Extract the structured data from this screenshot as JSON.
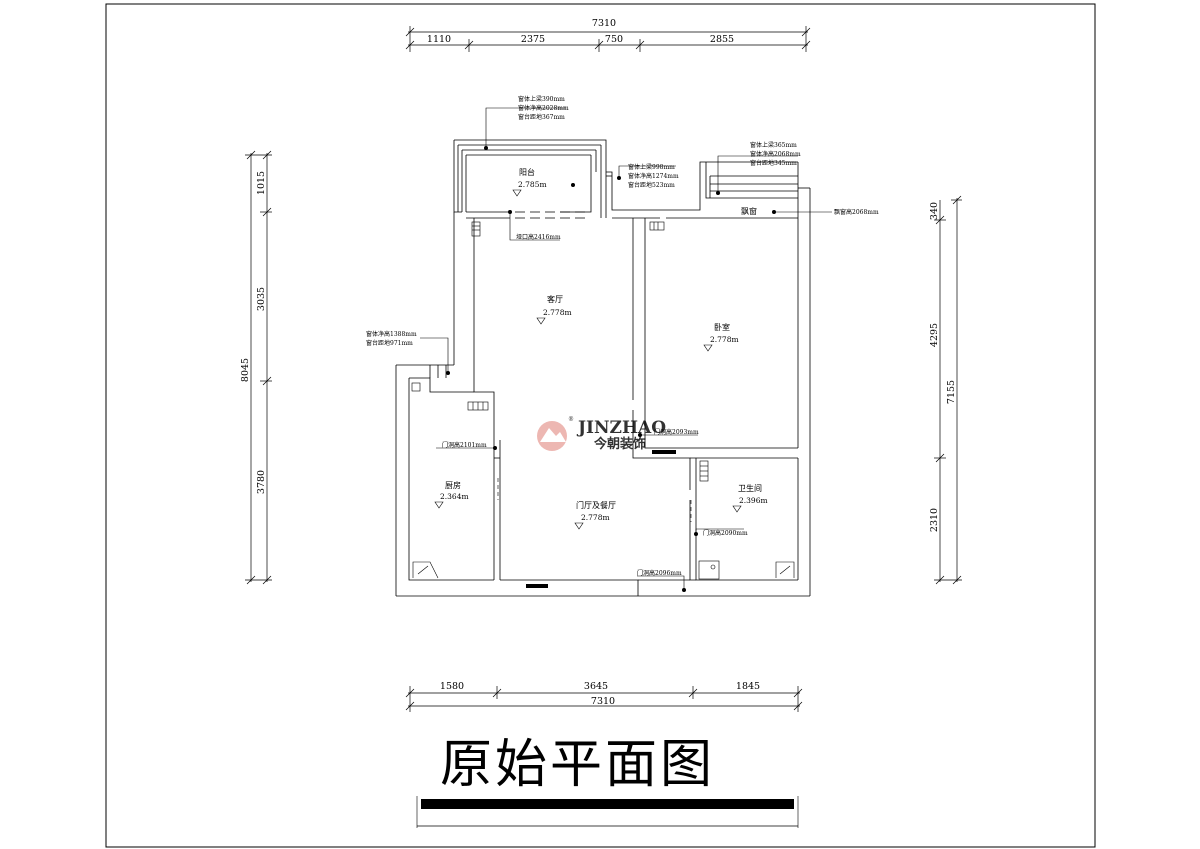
{
  "title": "原始平面图",
  "dimensions": {
    "top_total": "7310",
    "top_segments": [
      "1110",
      "2375",
      "750",
      "2855"
    ],
    "bottom_segments": [
      "1580",
      "3645",
      "1845"
    ],
    "bottom_total": "7310",
    "left_segments": [
      "1015",
      "3035",
      "3780"
    ],
    "left_total": "8045",
    "right_segments": [
      "340",
      "4295",
      "2310"
    ],
    "right_total": "7155"
  },
  "rooms": {
    "balcony": {
      "name": "阳台",
      "height": "2.785m"
    },
    "living": {
      "name": "客厅",
      "height": "2.778m"
    },
    "bedroom": {
      "name": "卧室",
      "height": "2.778m"
    },
    "kitchen": {
      "name": "厨房",
      "height": "2.364m"
    },
    "dining": {
      "name": "门厅及餐厅",
      "height": "2.778m"
    },
    "bathroom": {
      "name": "卫生间",
      "height": "2.396m"
    },
    "bay_window": {
      "name": "飘窗"
    }
  },
  "notes": {
    "balcony_window": [
      "窗体上梁390mm",
      "窗体净高2028mm",
      "窗台距地367mm"
    ],
    "middle_window": [
      "窗体上梁998mm",
      "窗体净高1274mm",
      "窗台距地523mm"
    ],
    "bedroom_window": [
      "窗体上梁365mm",
      "窗体净高2068mm",
      "窗台距地345mm"
    ],
    "bay_window_height": "飘窗高2068mm",
    "opening_height": "垭口高2416mm",
    "kitchen_window": [
      "窗体净高1388mm",
      "窗台距地971mm"
    ],
    "kitchen_door": "门洞高2101mm",
    "bedroom_door": "门洞高2093mm",
    "bathroom_door": "门洞高2090mm",
    "entry_door": "门洞高2096mm"
  },
  "logo": {
    "text_en": "JINZHAO",
    "text_cn": "今朝装饰",
    "color": "#c9504a"
  }
}
